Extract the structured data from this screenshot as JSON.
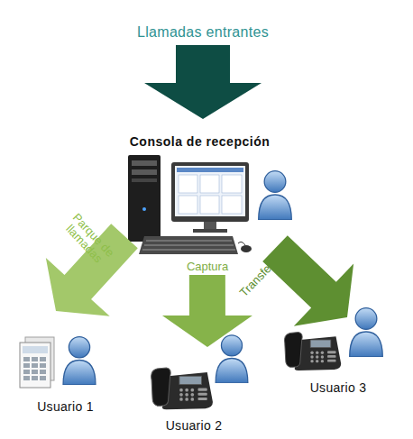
{
  "diagram": {
    "nodes": [
      {
        "text": [
          "Llamadas entrantes"
        ]
      },
      {
        "text": [
          "Consola de recepción"
        ]
      },
      {
        "text": [
          "Usuario 1"
        ]
      },
      {
        "text": [
          "Usuario 2"
        ]
      },
      {
        "text": [
          "Usuario 3"
        ]
      }
    ],
    "edges": [
      {
        "from": 0,
        "to": 1,
        "arrow": "to"
      },
      {
        "from": 1,
        "to": 2,
        "label": "Parque de llamadas",
        "arrow": "to"
      },
      {
        "from": 1,
        "to": 3,
        "label": "Captura",
        "arrow": "to"
      },
      {
        "from": 1,
        "to": 4,
        "label": "Transferencia",
        "arrow": "to"
      }
    ]
  }
}
